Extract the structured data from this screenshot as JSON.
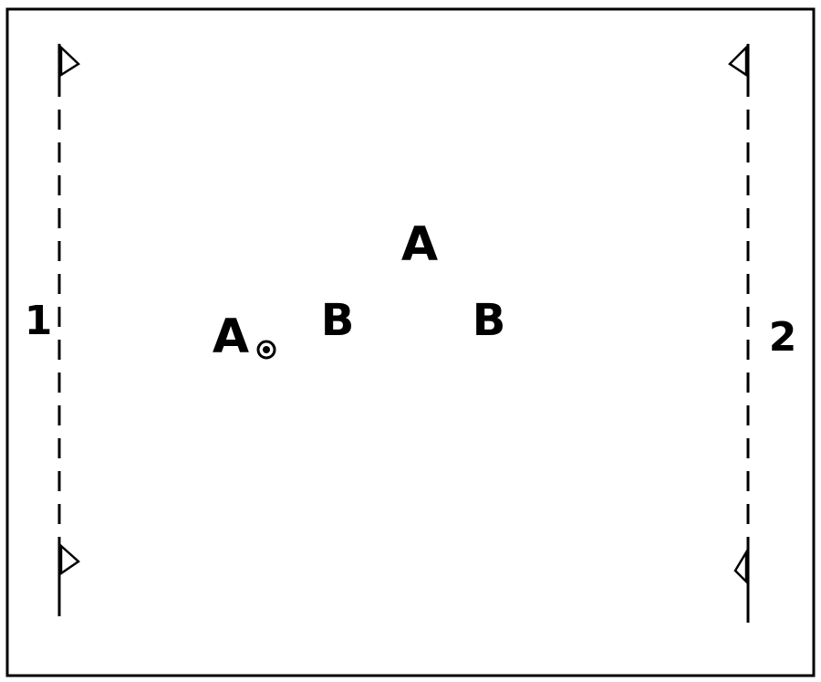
{
  "colors": {
    "ink": "#000000",
    "background": "#ffffff"
  },
  "zones": [
    {
      "label": "1"
    },
    {
      "label": "2"
    }
  ],
  "players": [
    {
      "label": "A",
      "role": "ball-carrier"
    },
    {
      "label": "B"
    },
    {
      "label": "A"
    },
    {
      "label": "B"
    }
  ],
  "ball": {
    "icon": "ball-icon"
  },
  "flags": [
    {
      "icon": "flag-icon"
    },
    {
      "icon": "flag-icon"
    },
    {
      "icon": "flag-icon"
    },
    {
      "icon": "flag-icon"
    }
  ]
}
